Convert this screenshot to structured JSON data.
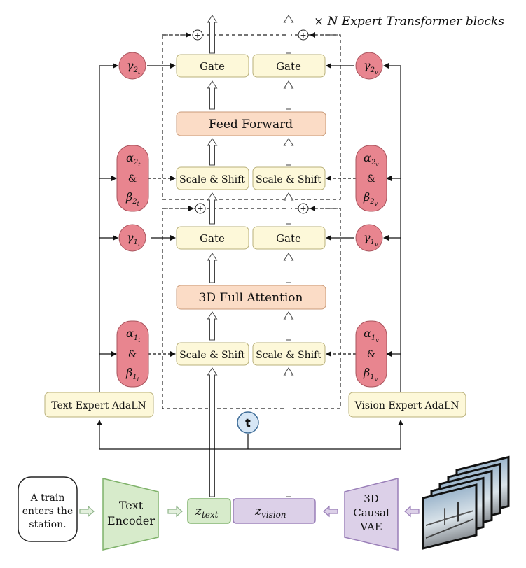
{
  "title": "× N Expert Transformer blocks",
  "upper_block": {
    "gate_label": "Gate",
    "gate_label_right": "Gate",
    "ffn_label": "Feed Forward",
    "scale_shift_label": "Scale & Shift",
    "scale_shift_label_right": "Scale & Shift",
    "add_symbol": "+"
  },
  "lower_block": {
    "gate_label": "Gate",
    "gate_label_right": "Gate",
    "attention_label": "3D Full Attention",
    "scale_shift_label": "Scale & Shift",
    "scale_shift_label_right": "Scale & Shift",
    "add_symbol": "+"
  },
  "params_text": {
    "gamma2": {
      "base": "γ",
      "sub": "2",
      "subsub": "t"
    },
    "alpha2": {
      "base": "α",
      "sub": "2",
      "subsub": "t"
    },
    "beta2": {
      "base": "β",
      "sub": "2",
      "subsub": "t"
    },
    "gamma1": {
      "base": "γ",
      "sub": "1",
      "subsub": "t"
    },
    "alpha1": {
      "base": "α",
      "sub": "1",
      "subsub": "t"
    },
    "beta1": {
      "base": "β",
      "sub": "1",
      "subsub": "t"
    },
    "amp": "&"
  },
  "params_vision": {
    "gamma2": {
      "base": "γ",
      "sub": "2",
      "subsub": "v"
    },
    "alpha2": {
      "base": "α",
      "sub": "2",
      "subsub": "v"
    },
    "beta2": {
      "base": "β",
      "sub": "2",
      "subsub": "v"
    },
    "gamma1": {
      "base": "γ",
      "sub": "1",
      "subsub": "v"
    },
    "alpha1": {
      "base": "α",
      "sub": "1",
      "subsub": "v"
    },
    "beta1": {
      "base": "β",
      "sub": "1",
      "subsub": "v"
    },
    "amp": "&"
  },
  "adaln": {
    "text": "Text Expert AdaLN",
    "vision": "Vision Expert AdaLN"
  },
  "timestep": "t",
  "prompt_lines": [
    "A train",
    "enters the",
    "station."
  ],
  "text_encoder_lines": [
    "Text",
    "Encoder"
  ],
  "z_text": {
    "base": "z",
    "sub": "text"
  },
  "z_vision": {
    "base": "z",
    "sub": "vision"
  },
  "vae_lines": [
    "3D",
    "Causal",
    "VAE"
  ],
  "colors": {
    "gate_fill": "#fdf8d9",
    "gate_stroke": "#b9b07a",
    "ffn_fill": "#fbdcc6",
    "ffn_stroke": "#c99a78",
    "param_fill": "#e8858f",
    "param_stroke": "#a9545d",
    "encoder_fill": "#d7ebcb",
    "encoder_stroke": "#7fb26a",
    "vision_fill": "#dcd0e8",
    "vision_stroke": "#9a7fb8",
    "t_fill": "#d6e6f5",
    "t_stroke": "#3f6d98"
  }
}
